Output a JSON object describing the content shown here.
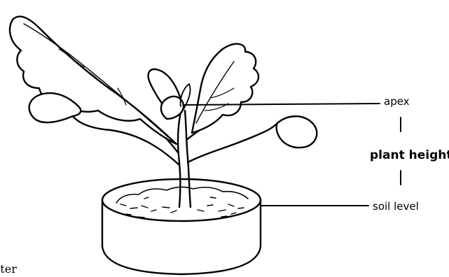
{
  "diagram": {
    "labels": {
      "apex": "apex",
      "plant_height": "plant height",
      "soil_level": "soil level",
      "cut_text": "nter"
    }
  }
}
